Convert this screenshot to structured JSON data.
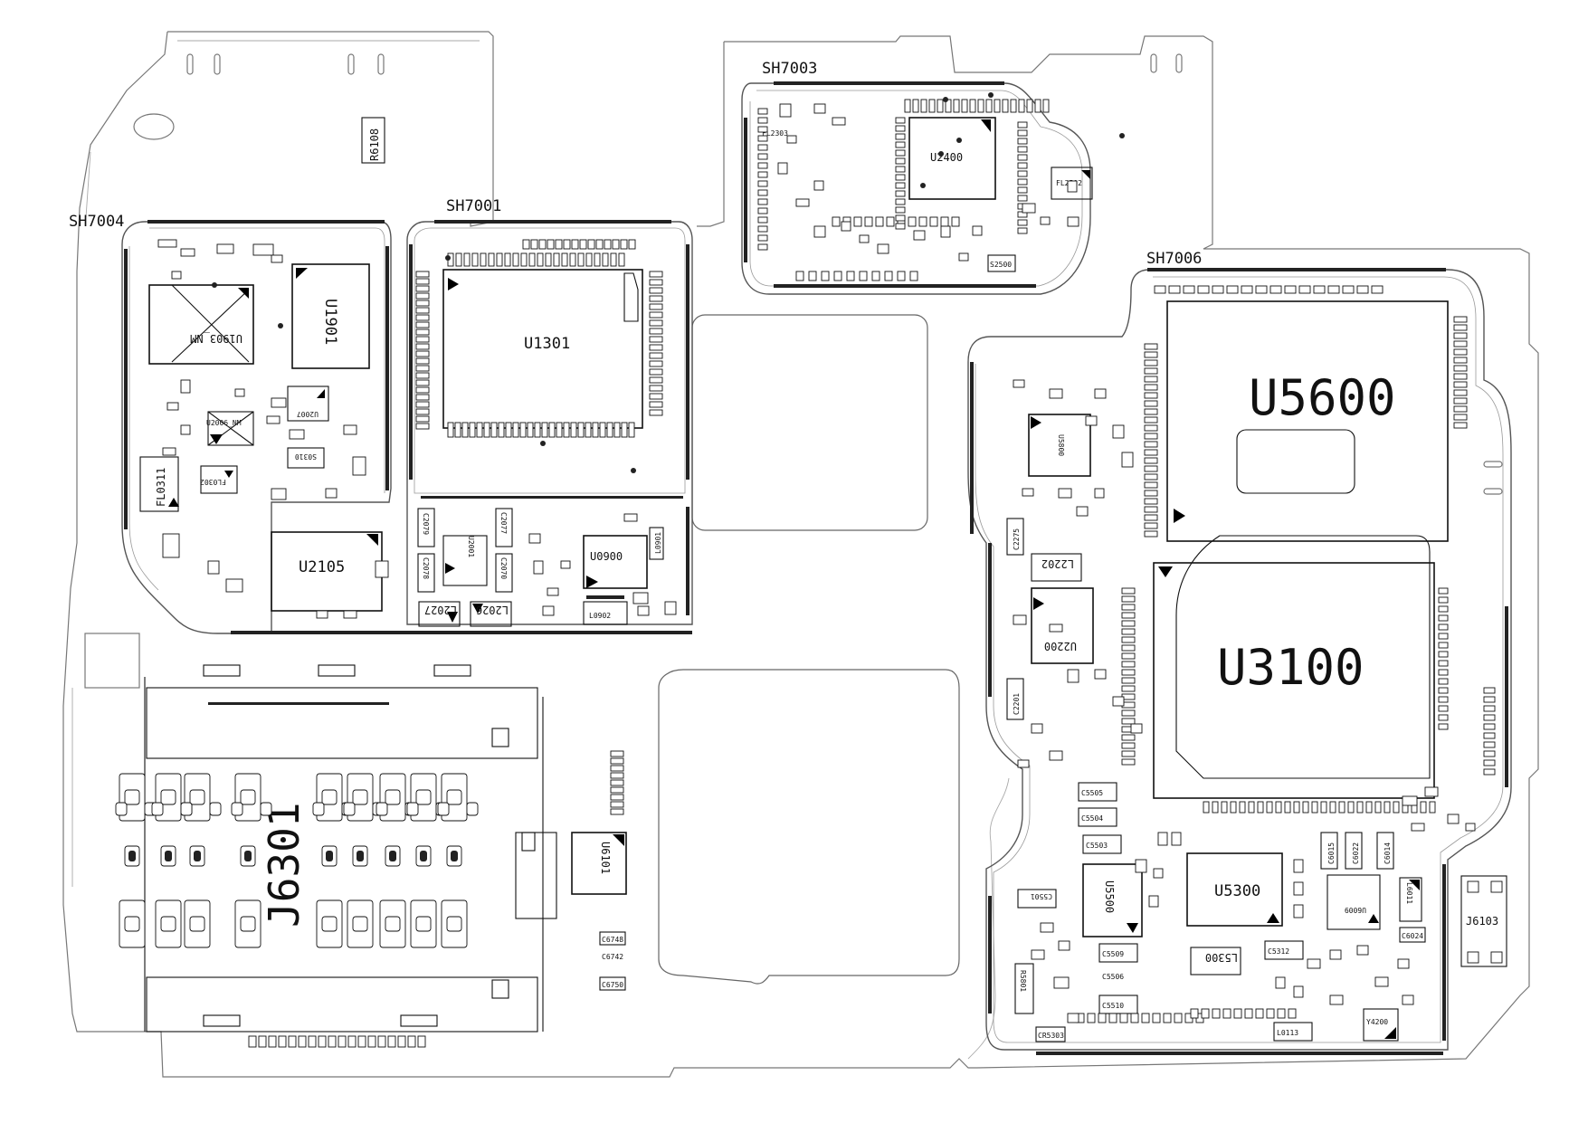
{
  "shields": {
    "sh7004": "SH7004",
    "sh7001": "SH7001",
    "sh7003": "SH7003",
    "sh7006": "SH7006"
  },
  "components": {
    "u5600": "U5600",
    "u3100": "U3100",
    "j6301": "J6301",
    "u1301": "U1301",
    "u2400": "U2400",
    "u1901": "U1901",
    "u1903": "U1903_NM",
    "u2006": "U2006_NM",
    "u2007": "U2007",
    "u2105": "U2105",
    "u2001": "U2001",
    "u0900": "U0900",
    "u6101": "U6101",
    "u5800": "U5800",
    "u2200": "U2200",
    "u5500": "U5500",
    "u5300": "U5300",
    "u6009": "U6009",
    "r6108": "R6108",
    "fl0311": "FL0311",
    "fl0302": "FL0302",
    "fl2502": "FL2502",
    "fl2303": "FL2303",
    "l0901": "L0901",
    "l0902": "L0902",
    "l2026": "L2026",
    "l2027": "L2027",
    "l2202": "L2202",
    "l5300": "L5300",
    "l0113": "L0113",
    "l6011": "L6011",
    "c2079": "C2079",
    "c2078": "C2078",
    "c2077": "C2077",
    "c2070": "C2070",
    "c2275": "C2275",
    "c2201": "C2201",
    "c5505": "C5505",
    "c5504": "C5504",
    "c5503": "C5503",
    "c5501": "C5501",
    "c5509": "C5509",
    "c5506": "C5506",
    "c5510": "C5510",
    "c5312": "C5312",
    "c6015": "C6015",
    "c6022": "C6022",
    "c6014": "C6014",
    "c6024": "C6024",
    "c6748": "C6748",
    "c6742": "C6742",
    "c6750": "C6750",
    "j6103": "J6103",
    "y4200": "Y4200",
    "r5801": "R5801",
    "cr5303": "CR5303",
    "s2500": "S2500",
    "s0310": "S0310"
  }
}
